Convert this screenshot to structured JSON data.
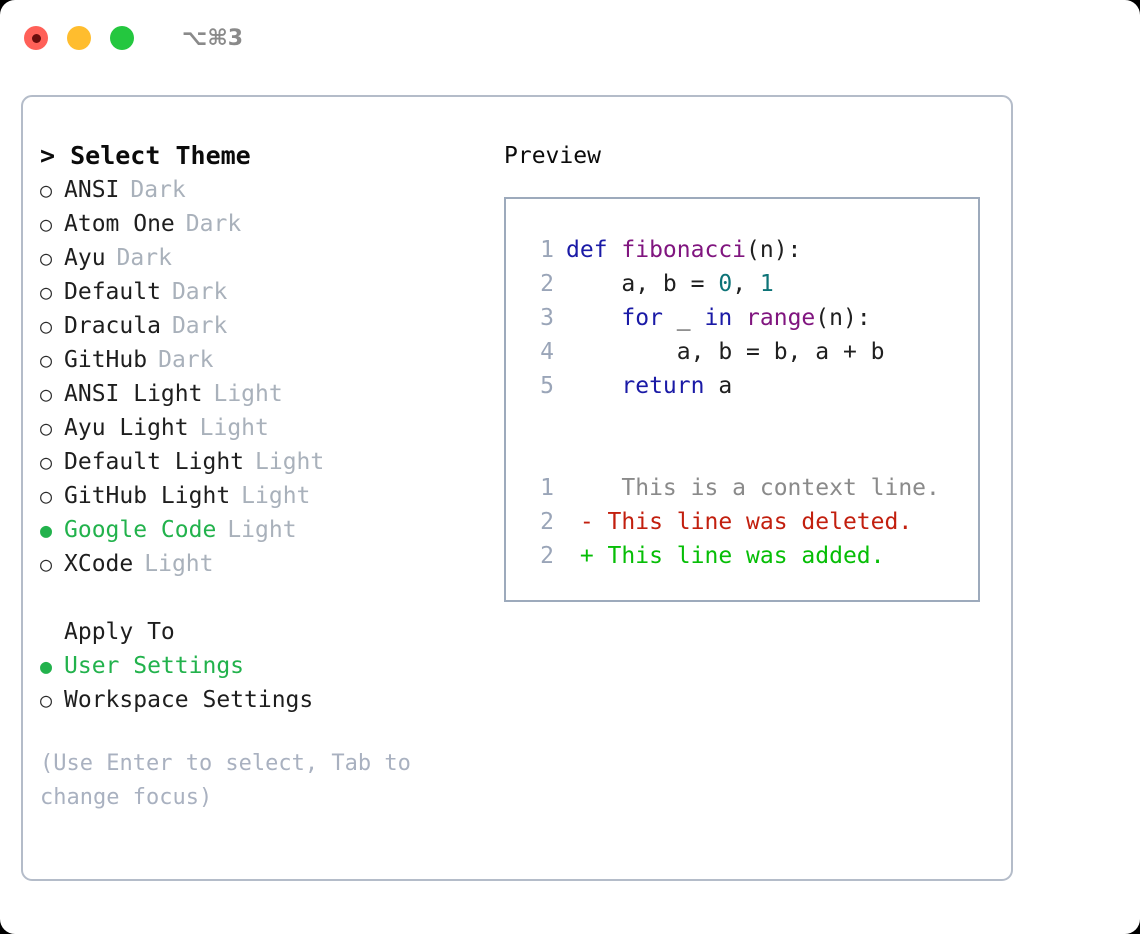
{
  "titlebar": {
    "shortcut": "⌥⌘3",
    "buttons": [
      {
        "name": "close",
        "color": "#ff6058"
      },
      {
        "name": "minimize",
        "color": "#ffbd2e"
      },
      {
        "name": "maximize",
        "color": "#24c73f"
      }
    ]
  },
  "theme_picker": {
    "header": "> Select Theme",
    "marker_unselected": "○",
    "marker_selected": "●",
    "options": [
      {
        "label": "ANSI",
        "suffix": "Dark",
        "selected": false
      },
      {
        "label": "Atom One",
        "suffix": "Dark",
        "selected": false
      },
      {
        "label": "Ayu",
        "suffix": "Dark",
        "selected": false
      },
      {
        "label": "Default",
        "suffix": "Dark",
        "selected": false
      },
      {
        "label": "Dracula",
        "suffix": "Dark",
        "selected": false
      },
      {
        "label": "GitHub",
        "suffix": "Dark",
        "selected": false
      },
      {
        "label": "ANSI Light",
        "suffix": "Light",
        "selected": false
      },
      {
        "label": "Ayu Light",
        "suffix": "Light",
        "selected": false
      },
      {
        "label": "Default Light",
        "suffix": "Light",
        "selected": false
      },
      {
        "label": "GitHub Light",
        "suffix": "Light",
        "selected": false
      },
      {
        "label": "Google Code",
        "suffix": "Light",
        "selected": true
      },
      {
        "label": "XCode",
        "suffix": "Light",
        "selected": false
      }
    ]
  },
  "apply_to": {
    "header": "Apply To",
    "options": [
      {
        "label": "User Settings",
        "selected": true
      },
      {
        "label": "Workspace Settings",
        "selected": false
      }
    ]
  },
  "hint": "(Use Enter to select, Tab to change focus)",
  "preview": {
    "title": "Preview",
    "code_lines": [
      {
        "lineno": "1",
        "tokens": [
          {
            "text": "def ",
            "type": "kw"
          },
          {
            "text": "fibonacci",
            "type": "fn"
          },
          {
            "text": "(n):",
            "type": "punct"
          }
        ]
      },
      {
        "lineno": "2",
        "tokens": [
          {
            "text": "    a, b = ",
            "type": "punct"
          },
          {
            "text": "0",
            "type": "num"
          },
          {
            "text": ", ",
            "type": "punct"
          },
          {
            "text": "1",
            "type": "num"
          }
        ]
      },
      {
        "lineno": "3",
        "tokens": [
          {
            "text": "    ",
            "type": "punct"
          },
          {
            "text": "for",
            "type": "kw"
          },
          {
            "text": " _ ",
            "type": "punct"
          },
          {
            "text": "in",
            "type": "kw"
          },
          {
            "text": " ",
            "type": "punct"
          },
          {
            "text": "range",
            "type": "fn"
          },
          {
            "text": "(n):",
            "type": "punct"
          }
        ]
      },
      {
        "lineno": "4",
        "tokens": [
          {
            "text": "        a, b = b, a + b",
            "type": "punct"
          }
        ]
      },
      {
        "lineno": "5",
        "tokens": [
          {
            "text": "    ",
            "type": "punct"
          },
          {
            "text": "return",
            "type": "kw"
          },
          {
            "text": " a",
            "type": "punct"
          }
        ]
      }
    ],
    "diff_lines": [
      {
        "lineno": "1",
        "marker": " ",
        "text": "  This is a context line.",
        "type": "ctx"
      },
      {
        "lineno": "2",
        "marker": "-",
        "text": " This line was deleted.",
        "type": "del"
      },
      {
        "lineno": "2",
        "marker": "+",
        "text": " This line was added.",
        "type": "add"
      }
    ]
  },
  "colors": {
    "accent_green": "#22b24c",
    "muted": "#a9b1bb",
    "keyword": "#1a1aa6",
    "function": "#80157f",
    "number": "#0d7377",
    "diff_delete": "#c21f0e",
    "diff_add": "#06be06",
    "panel_border": "#9daabc"
  }
}
